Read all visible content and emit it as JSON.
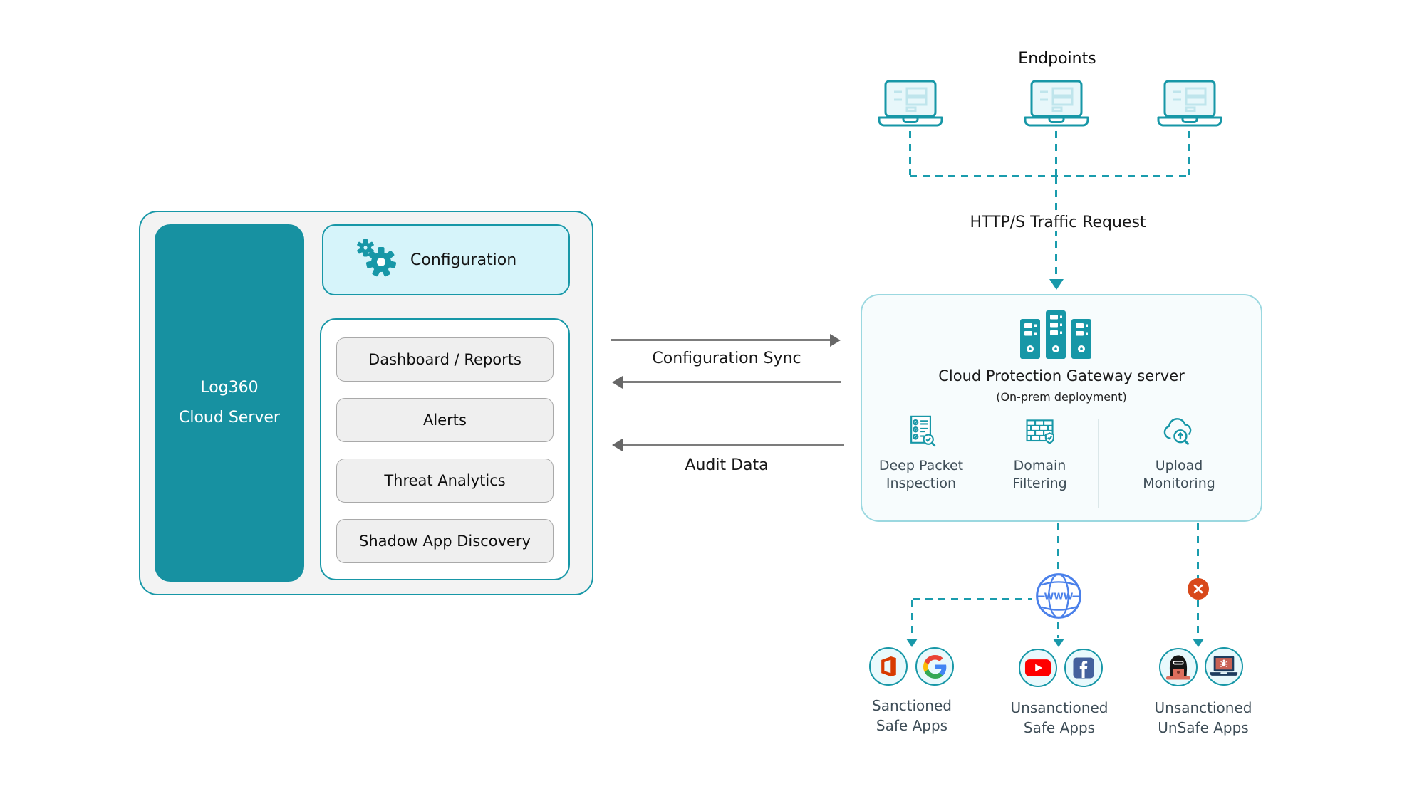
{
  "colors": {
    "teal": "#1797a7",
    "teal_fill": "#1791a1",
    "dash_teal": "#1a9cad",
    "config_fill": "#d6f4fa",
    "gateway_border": "#9bd8e0",
    "gateway_fill": "#f7fcfd",
    "arrow_gray": "#7c7c7c",
    "globe_blue": "#4a80ea",
    "block_red": "#d8491b",
    "text_slate": "#3e4d57"
  },
  "left_panel": {
    "server_line1": "Log360",
    "server_line2": "Cloud Server",
    "configuration_label": "Configuration",
    "modules": [
      "Dashboard / Reports",
      "Alerts",
      "Threat Analytics",
      "Shadow App Discovery"
    ]
  },
  "flows": {
    "config_sync": "Configuration Sync",
    "audit_data": "Audit Data",
    "http_traffic": "HTTP/S Traffic Request"
  },
  "endpoints": {
    "title": "Endpoints"
  },
  "gateway": {
    "title": "Cloud Protection Gateway server",
    "subtitle": "(On-prem deployment)",
    "features": [
      {
        "line1": "Deep Packet",
        "line2": "Inspection"
      },
      {
        "line1": "Domain",
        "line2": "Filtering"
      },
      {
        "line1": "Upload",
        "line2": "Monitoring"
      }
    ]
  },
  "internet": {
    "www_label": "WWW"
  },
  "app_groups": [
    {
      "line1": "Sanctioned",
      "line2": "Safe Apps",
      "apps": [
        "microsoft-office",
        "google"
      ]
    },
    {
      "line1": "Unsanctioned",
      "line2": "Safe Apps",
      "apps": [
        "youtube",
        "facebook"
      ]
    },
    {
      "line1": "Unsanctioned",
      "line2": "UnSafe Apps",
      "apps": [
        "hacker",
        "malware-laptop"
      ]
    }
  ]
}
